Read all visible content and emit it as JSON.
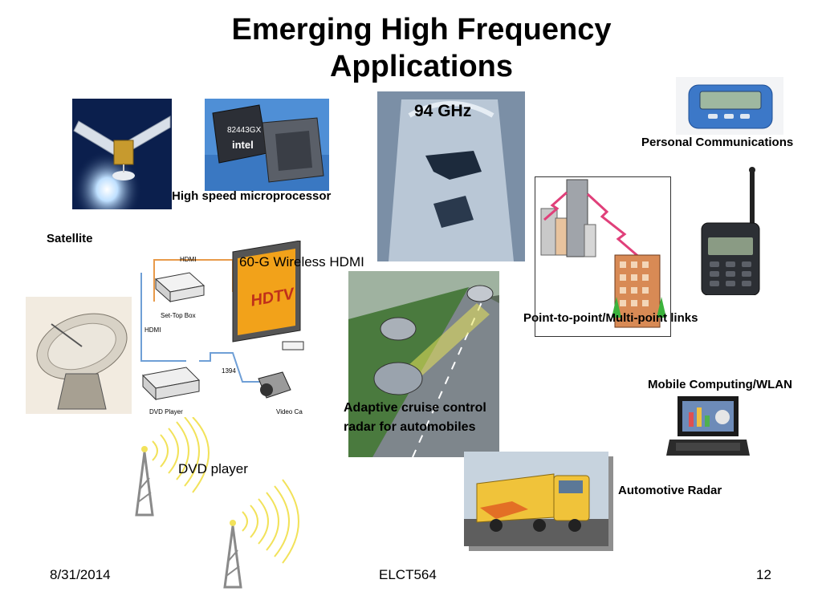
{
  "slide": {
    "title_line1": "Emerging High Frequency",
    "title_line2": "Applications"
  },
  "labels": {
    "satellite": "Satellite",
    "microprocessor": "High speed microprocessor",
    "ghz94": "94 GHz",
    "personal_comm": "Personal Communications",
    "hdmi": "60-G Wireless HDMI",
    "p2p": "Point-to-point/Multi-point links",
    "cruise_line1": "Adaptive cruise control",
    "cruise_line2": "radar for automobiles",
    "mobile": "Mobile Computing/WLAN",
    "dvd": "DVD player",
    "auto_radar": "Automotive Radar"
  },
  "chip": {
    "model": "82443GX",
    "brand": "intel"
  },
  "hdmi_diagram": {
    "hdmi_top": "HDMI",
    "set_top": "Set-Top Box",
    "hdmi_left": "HDMI",
    "port_1394": "1394",
    "dvd_player": "DVD Player",
    "video_cam": "Video Ca",
    "tv_text": "HDTV"
  },
  "footer": {
    "date": "8/31/2014",
    "course": "ELCT564",
    "page": "12"
  }
}
